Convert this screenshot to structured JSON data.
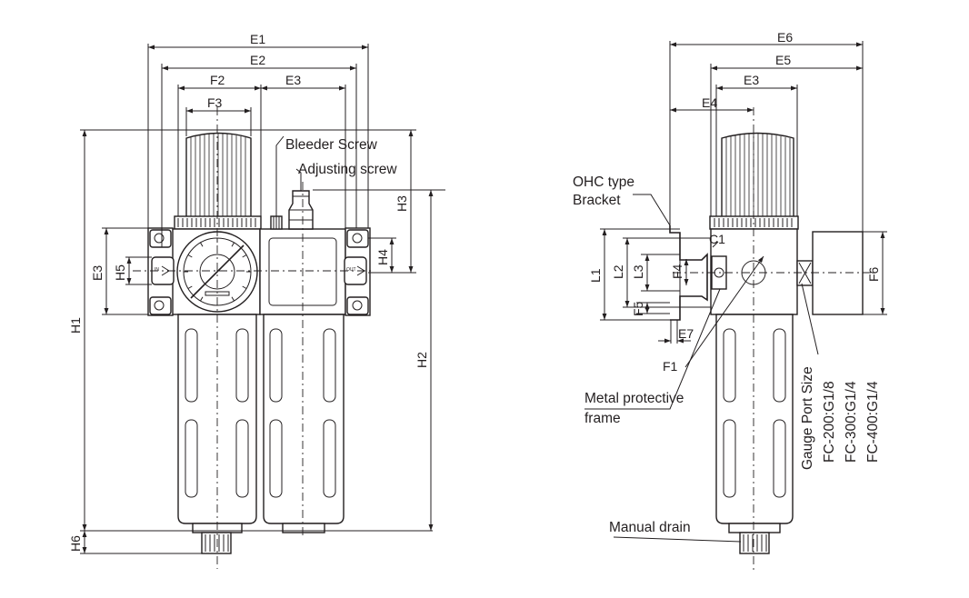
{
  "front_view": {
    "dimensions": {
      "E1": "E1",
      "E2": "E2",
      "F2": "F2",
      "E3": "E3",
      "F3": "F3",
      "H1": "H1",
      "H2": "H2",
      "H3": "H3",
      "H4": "H4",
      "H5": "H5",
      "H6": "H6"
    },
    "callouts": {
      "bleeder": "Bleeder Screw",
      "adjusting": "Adjusting screw"
    },
    "port_in": "IN",
    "port_out": "OUT"
  },
  "side_view": {
    "dimensions": {
      "E6": "E6",
      "E5": "E5",
      "E3": "E3",
      "E4": "E4",
      "L1": "L1",
      "L2": "L2",
      "L3": "L3",
      "F4": "F4",
      "F5": "F5",
      "F6": "F6",
      "E7": "E7",
      "F1": "F1",
      "C1": "C1"
    },
    "callouts": {
      "bracket_line1": "OHC type",
      "bracket_line2": "Bracket",
      "frame_line1": "Metal protective",
      "frame_line2": "frame",
      "drain": "Manual drain"
    },
    "gauge_port": {
      "title": "Gauge Port Size",
      "rows": [
        "FC-200:G1/8",
        "FC-300:G1/4",
        "FC-400:G1/4"
      ]
    }
  }
}
